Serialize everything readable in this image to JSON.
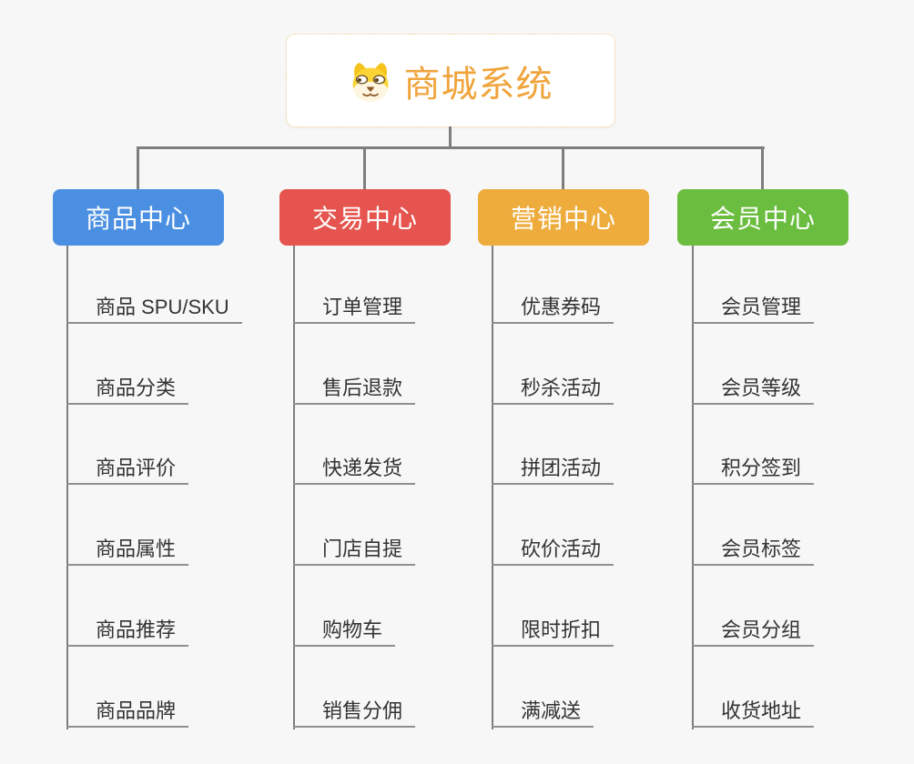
{
  "root": {
    "title": "商城系统",
    "icon": "dog-face-icon",
    "text_color": "#F0A43C",
    "border_color": "#F3C98E",
    "background": "#FFFFFF"
  },
  "canvas_background": "#F7F7F7",
  "connector_color": "#7E7E7E",
  "underline_color": "#8F8F8F",
  "leaf_text_color": "#333333",
  "branches": [
    {
      "label": "商品中心",
      "color": "#4B8FE2",
      "children": [
        "商品 SPU/SKU",
        "商品分类",
        "商品评价",
        "商品属性",
        "商品推荐",
        "商品品牌"
      ]
    },
    {
      "label": "交易中心",
      "color": "#E5544E",
      "children": [
        "订单管理",
        "售后退款",
        "快递发货",
        "门店自提",
        "购物车",
        "销售分佣"
      ]
    },
    {
      "label": "营销中心",
      "color": "#EEAC3C",
      "children": [
        "优惠券码",
        "秒杀活动",
        "拼团活动",
        "砍价活动",
        "限时折扣",
        "满减送"
      ]
    },
    {
      "label": "会员中心",
      "color": "#6BBD3F",
      "children": [
        "会员管理",
        "会员等级",
        "积分签到",
        "会员标签",
        "会员分组",
        "收货地址"
      ]
    }
  ]
}
